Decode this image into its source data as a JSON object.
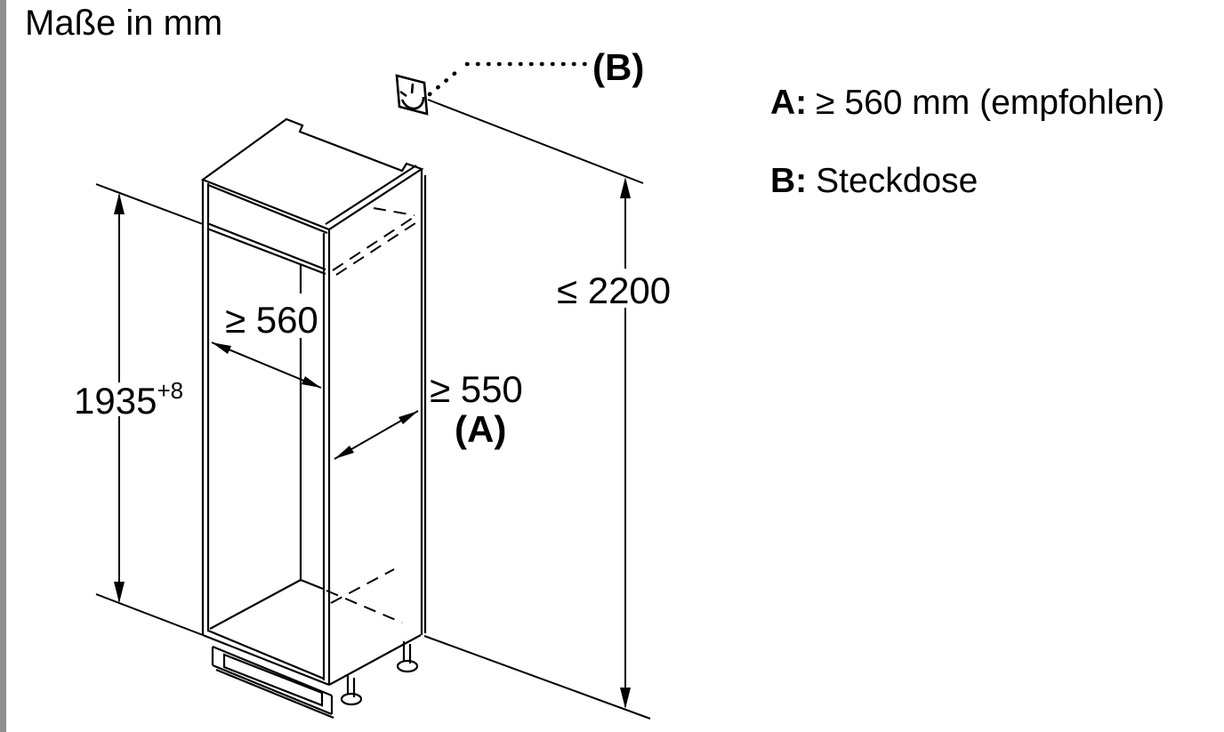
{
  "page": {
    "title": "Maße in mm",
    "background": "#ffffff",
    "line_color": "#000000",
    "edge_strip_color": "#8f8f8f"
  },
  "legend": {
    "items": [
      {
        "key": "A:",
        "text": "≥ 560 mm (empfohlen)"
      },
      {
        "key": "B:",
        "text": "Steckdose"
      }
    ]
  },
  "diagram": {
    "kind": "isometric built-in niche installation drawing",
    "dimensions": {
      "niche_width": "≥ 560",
      "niche_height_value": "1935",
      "niche_height_tolerance": "+8",
      "max_total_height": "≤ 2200",
      "niche_depth": "≥ 550",
      "niche_depth_ref": "(A)",
      "socket_ref": "(B)"
    },
    "icons": {
      "socket": "socket-icon"
    }
  }
}
